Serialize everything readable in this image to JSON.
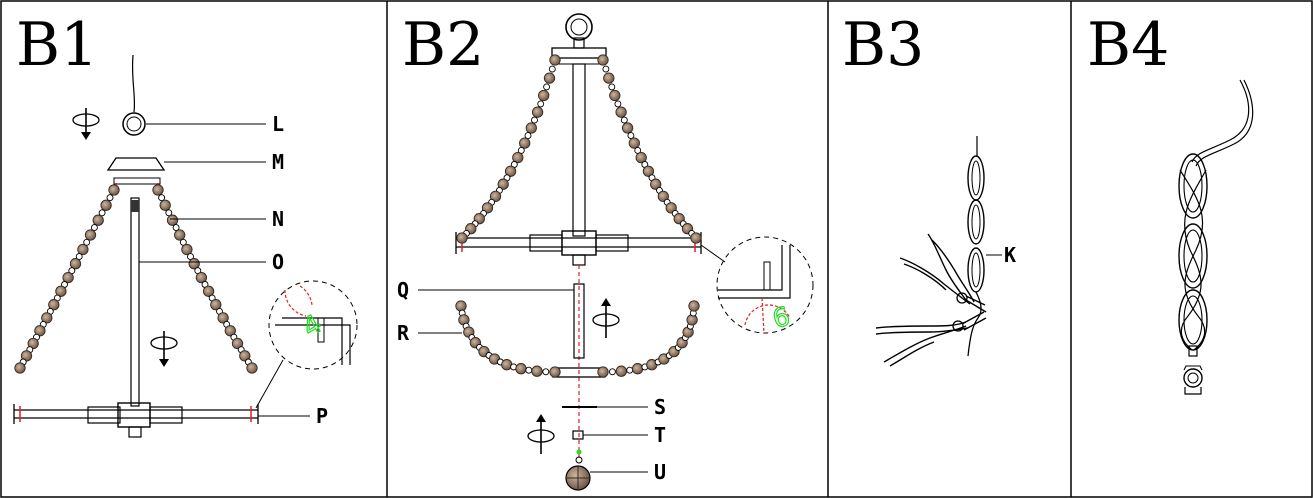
{
  "panels": [
    {
      "title": "B1",
      "labels": [
        "L",
        "M",
        "N",
        "O",
        "P"
      ],
      "detail_number": "4"
    },
    {
      "title": "B2",
      "labels": [
        "Q",
        "R",
        "S",
        "T",
        "U"
      ],
      "detail_number": "6"
    },
    {
      "title": "B3",
      "labels": [
        "K"
      ]
    },
    {
      "title": "B4",
      "labels": []
    }
  ],
  "colors": {
    "bead": "#7d6552",
    "bead_highlight": "#cbb79f",
    "red_guide": "#e02020",
    "green_detail": "#22dd22",
    "line": "#000000"
  },
  "icons": [
    "rotate-arrow-icon",
    "pliers-icon",
    "chain-icon"
  ]
}
